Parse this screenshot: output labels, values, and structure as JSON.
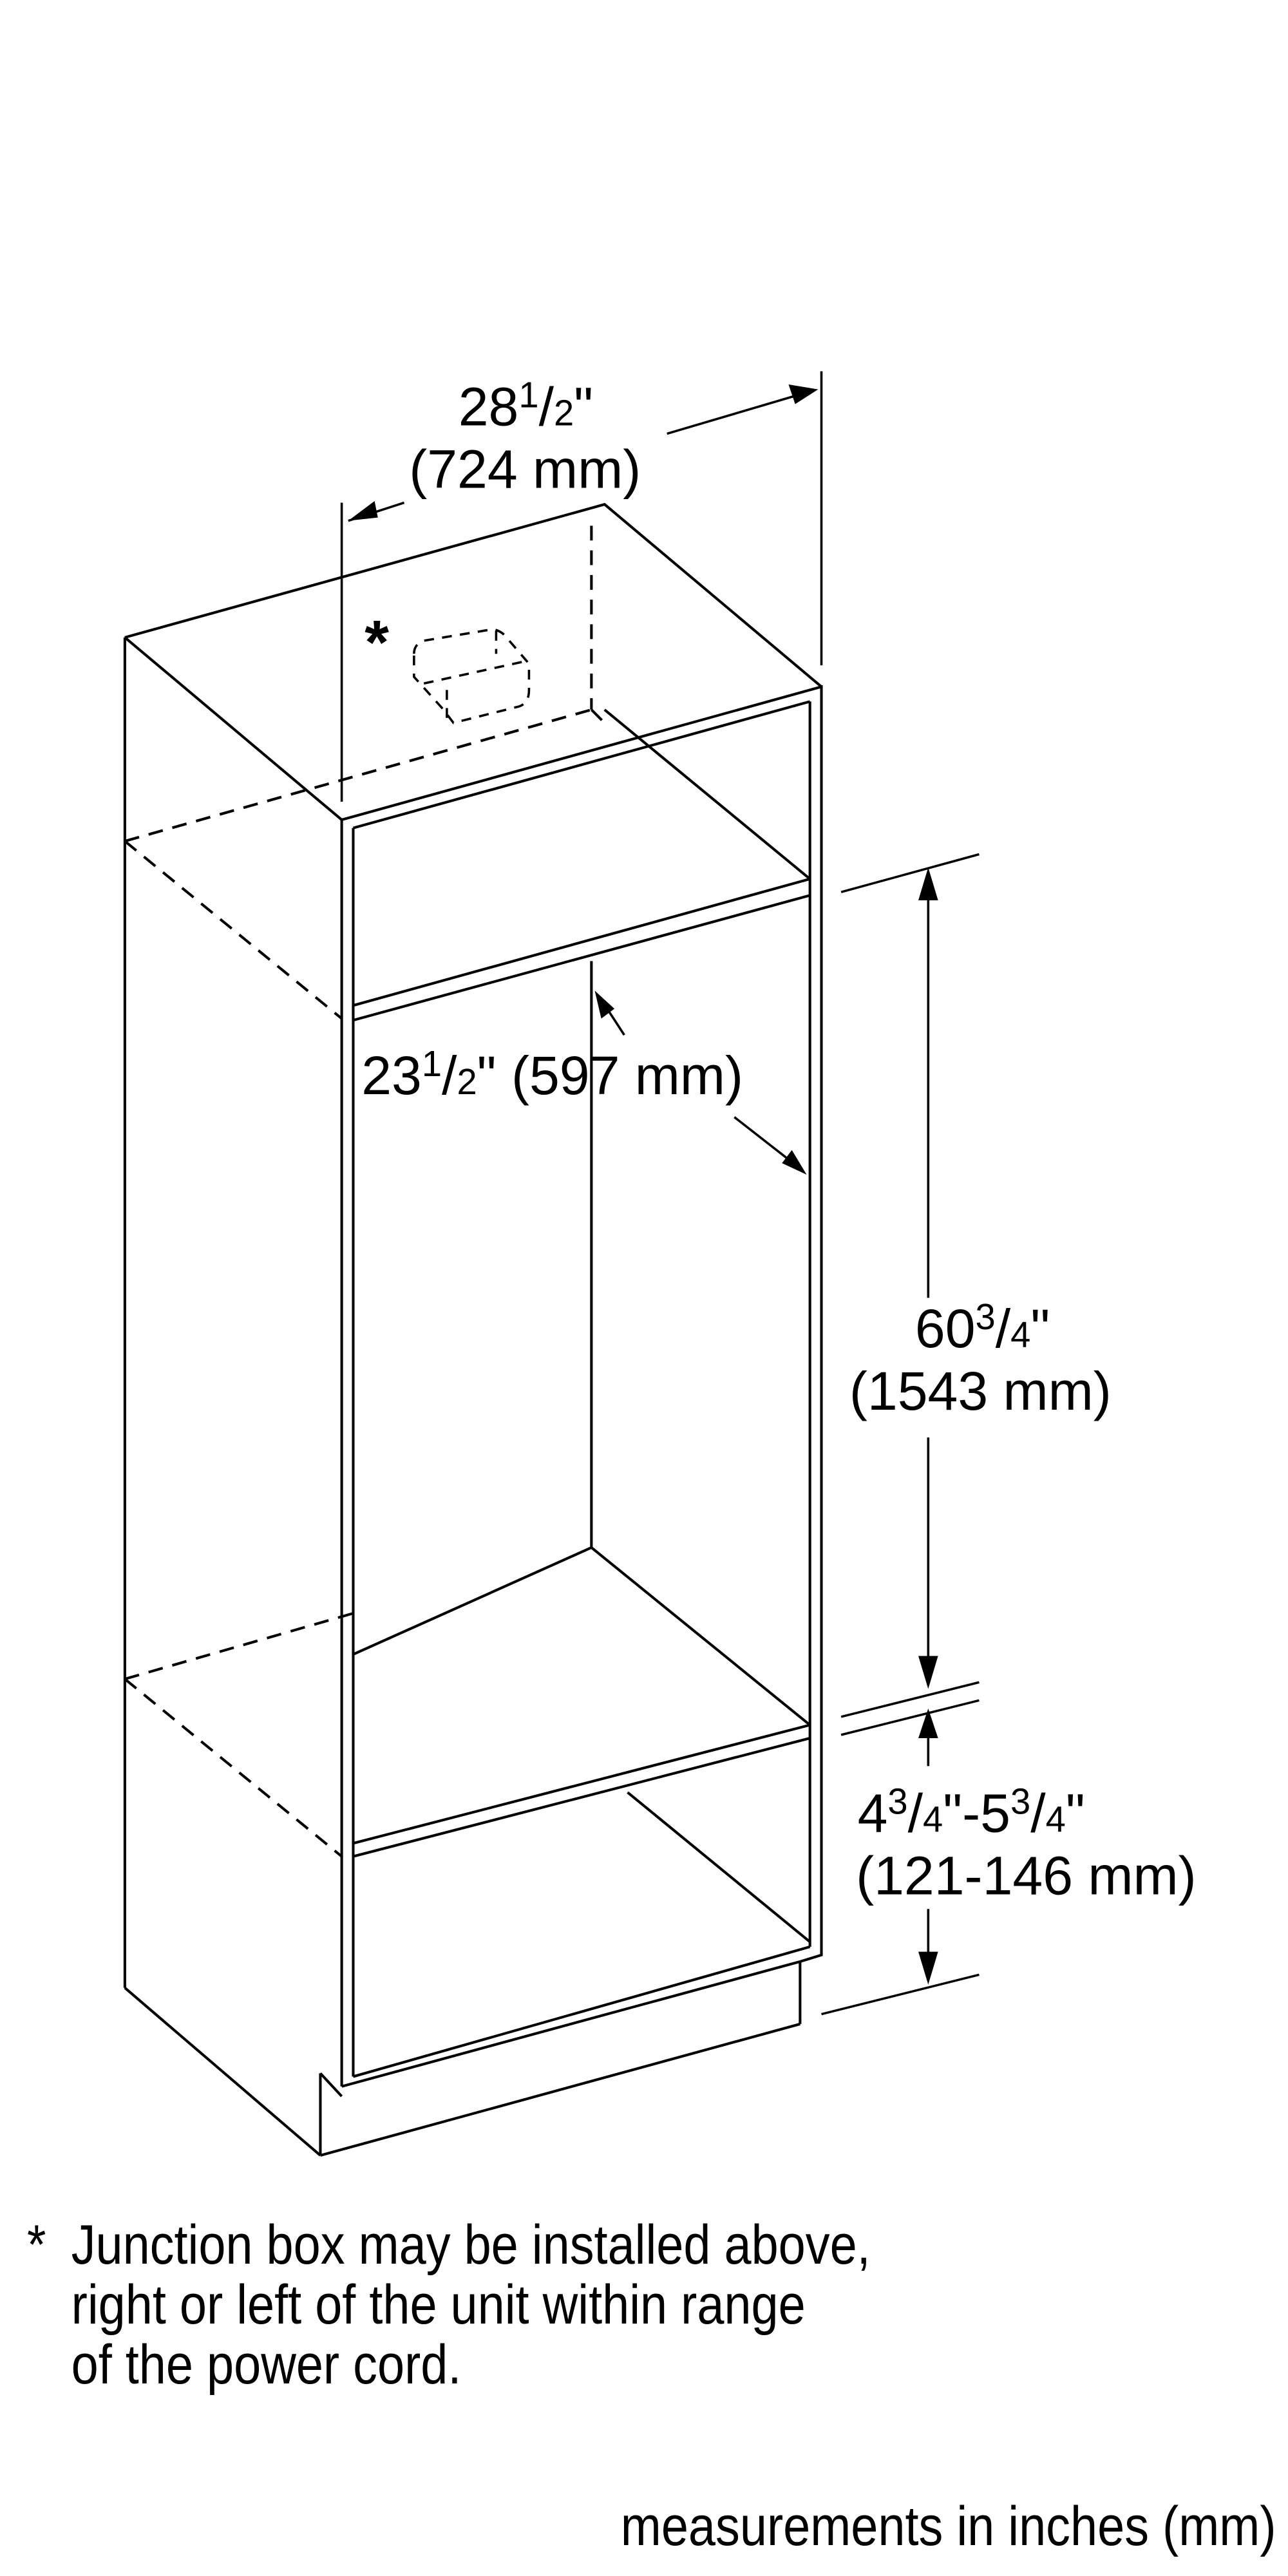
{
  "diagram": {
    "title": "Oven cabinet installation dimensions",
    "dimensions": {
      "cabinet_width": {
        "whole": "28",
        "frac_num": "1",
        "frac_den": "2",
        "unit": "\"",
        "metric": "(724 mm)"
      },
      "cutout_width": {
        "whole": "23",
        "frac_num": "1",
        "frac_den": "2",
        "unit": "\"",
        "metric": "(597 mm)"
      },
      "cutout_height": {
        "whole": "60",
        "frac_num": "3",
        "frac_den": "4",
        "unit": "\"",
        "metric": "(1543 mm)"
      },
      "floor_to_cutout": {
        "min_whole": "4",
        "min_frac_num": "3",
        "min_frac_den": "4",
        "max_whole": "5",
        "max_frac_num": "3",
        "max_frac_den": "4",
        "unit": "\"",
        "separator": "-",
        "metric": "(121-146 mm)"
      }
    },
    "junction_box_marker": "*",
    "line_color": "#000000",
    "background_color": "#ffffff"
  },
  "footnote": {
    "marker": "*",
    "text": "Junction box may be installed above,\nright or left of the unit within range\nof the power cord."
  },
  "units_label": "measurements in inches (mm)"
}
